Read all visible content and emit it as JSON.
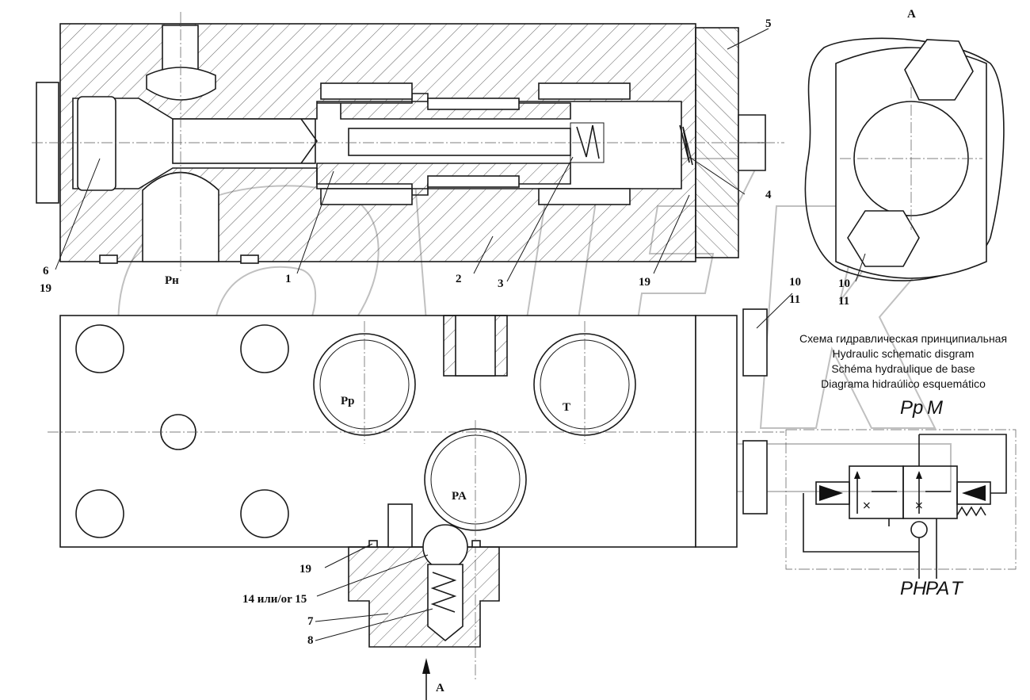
{
  "callouts": {
    "c1": "1",
    "c2": "2",
    "c3": "3",
    "c4": "4",
    "c5": "5",
    "c6": "6",
    "c7": "7",
    "c8": "8",
    "c10a": "10",
    "c11a": "11",
    "c10b": "10",
    "c11b": "11",
    "c19a": "19",
    "c19b": "19",
    "c19c": "19",
    "c14_15": "14 или/or 15"
  },
  "ports": {
    "pn_main": "Pн",
    "pp": "Pр",
    "t": "T",
    "pa": "PA"
  },
  "view": {
    "a_top": "A",
    "a_arrow": "A"
  },
  "caption": {
    "ru": "Схема гидравлическая принципиальная",
    "en": "Hydraulic schematic disgram",
    "fr": "Schéma hydraulique de base",
    "es": "Diagrama hidraúlico esquemático"
  },
  "schematic": {
    "top_left": "Pр",
    "top_right": "M",
    "bottom_1": "PН",
    "bottom_2": "PA",
    "bottom_3": "T"
  }
}
